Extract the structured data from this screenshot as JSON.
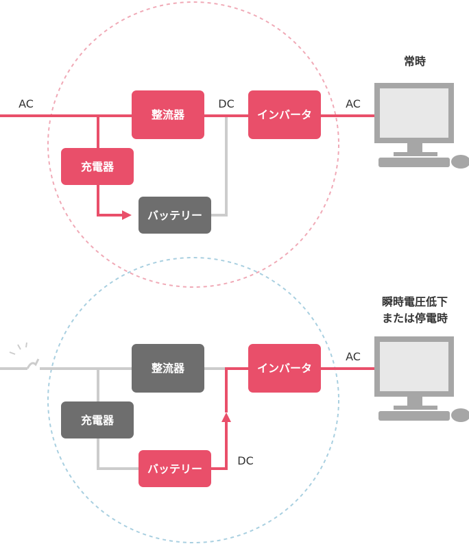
{
  "colors": {
    "active": "#e94f6a",
    "inactive": "#6e6e6e",
    "inactive_line": "#cccccc",
    "ring_top": "#f0a9b6",
    "ring_bottom": "#a8cfe0",
    "monitor": "#a6a6a6",
    "monitor_screen": "#e8e8e8"
  },
  "top": {
    "mode_label": "常時",
    "ac_in_label": "AC",
    "dc_label": "DC",
    "ac_out_label": "AC",
    "rectifier_label": "整流器",
    "charger_label": "充電器",
    "inverter_label": "インバータ",
    "battery_label": "バッテリー"
  },
  "bottom": {
    "mode_label_line1": "瞬時電圧低下",
    "mode_label_line2": "または停電時",
    "ac_out_label": "AC",
    "dc_label": "DC",
    "rectifier_label": "整流器",
    "charger_label": "充電器",
    "inverter_label": "インバータ",
    "battery_label": "バッテリー"
  }
}
